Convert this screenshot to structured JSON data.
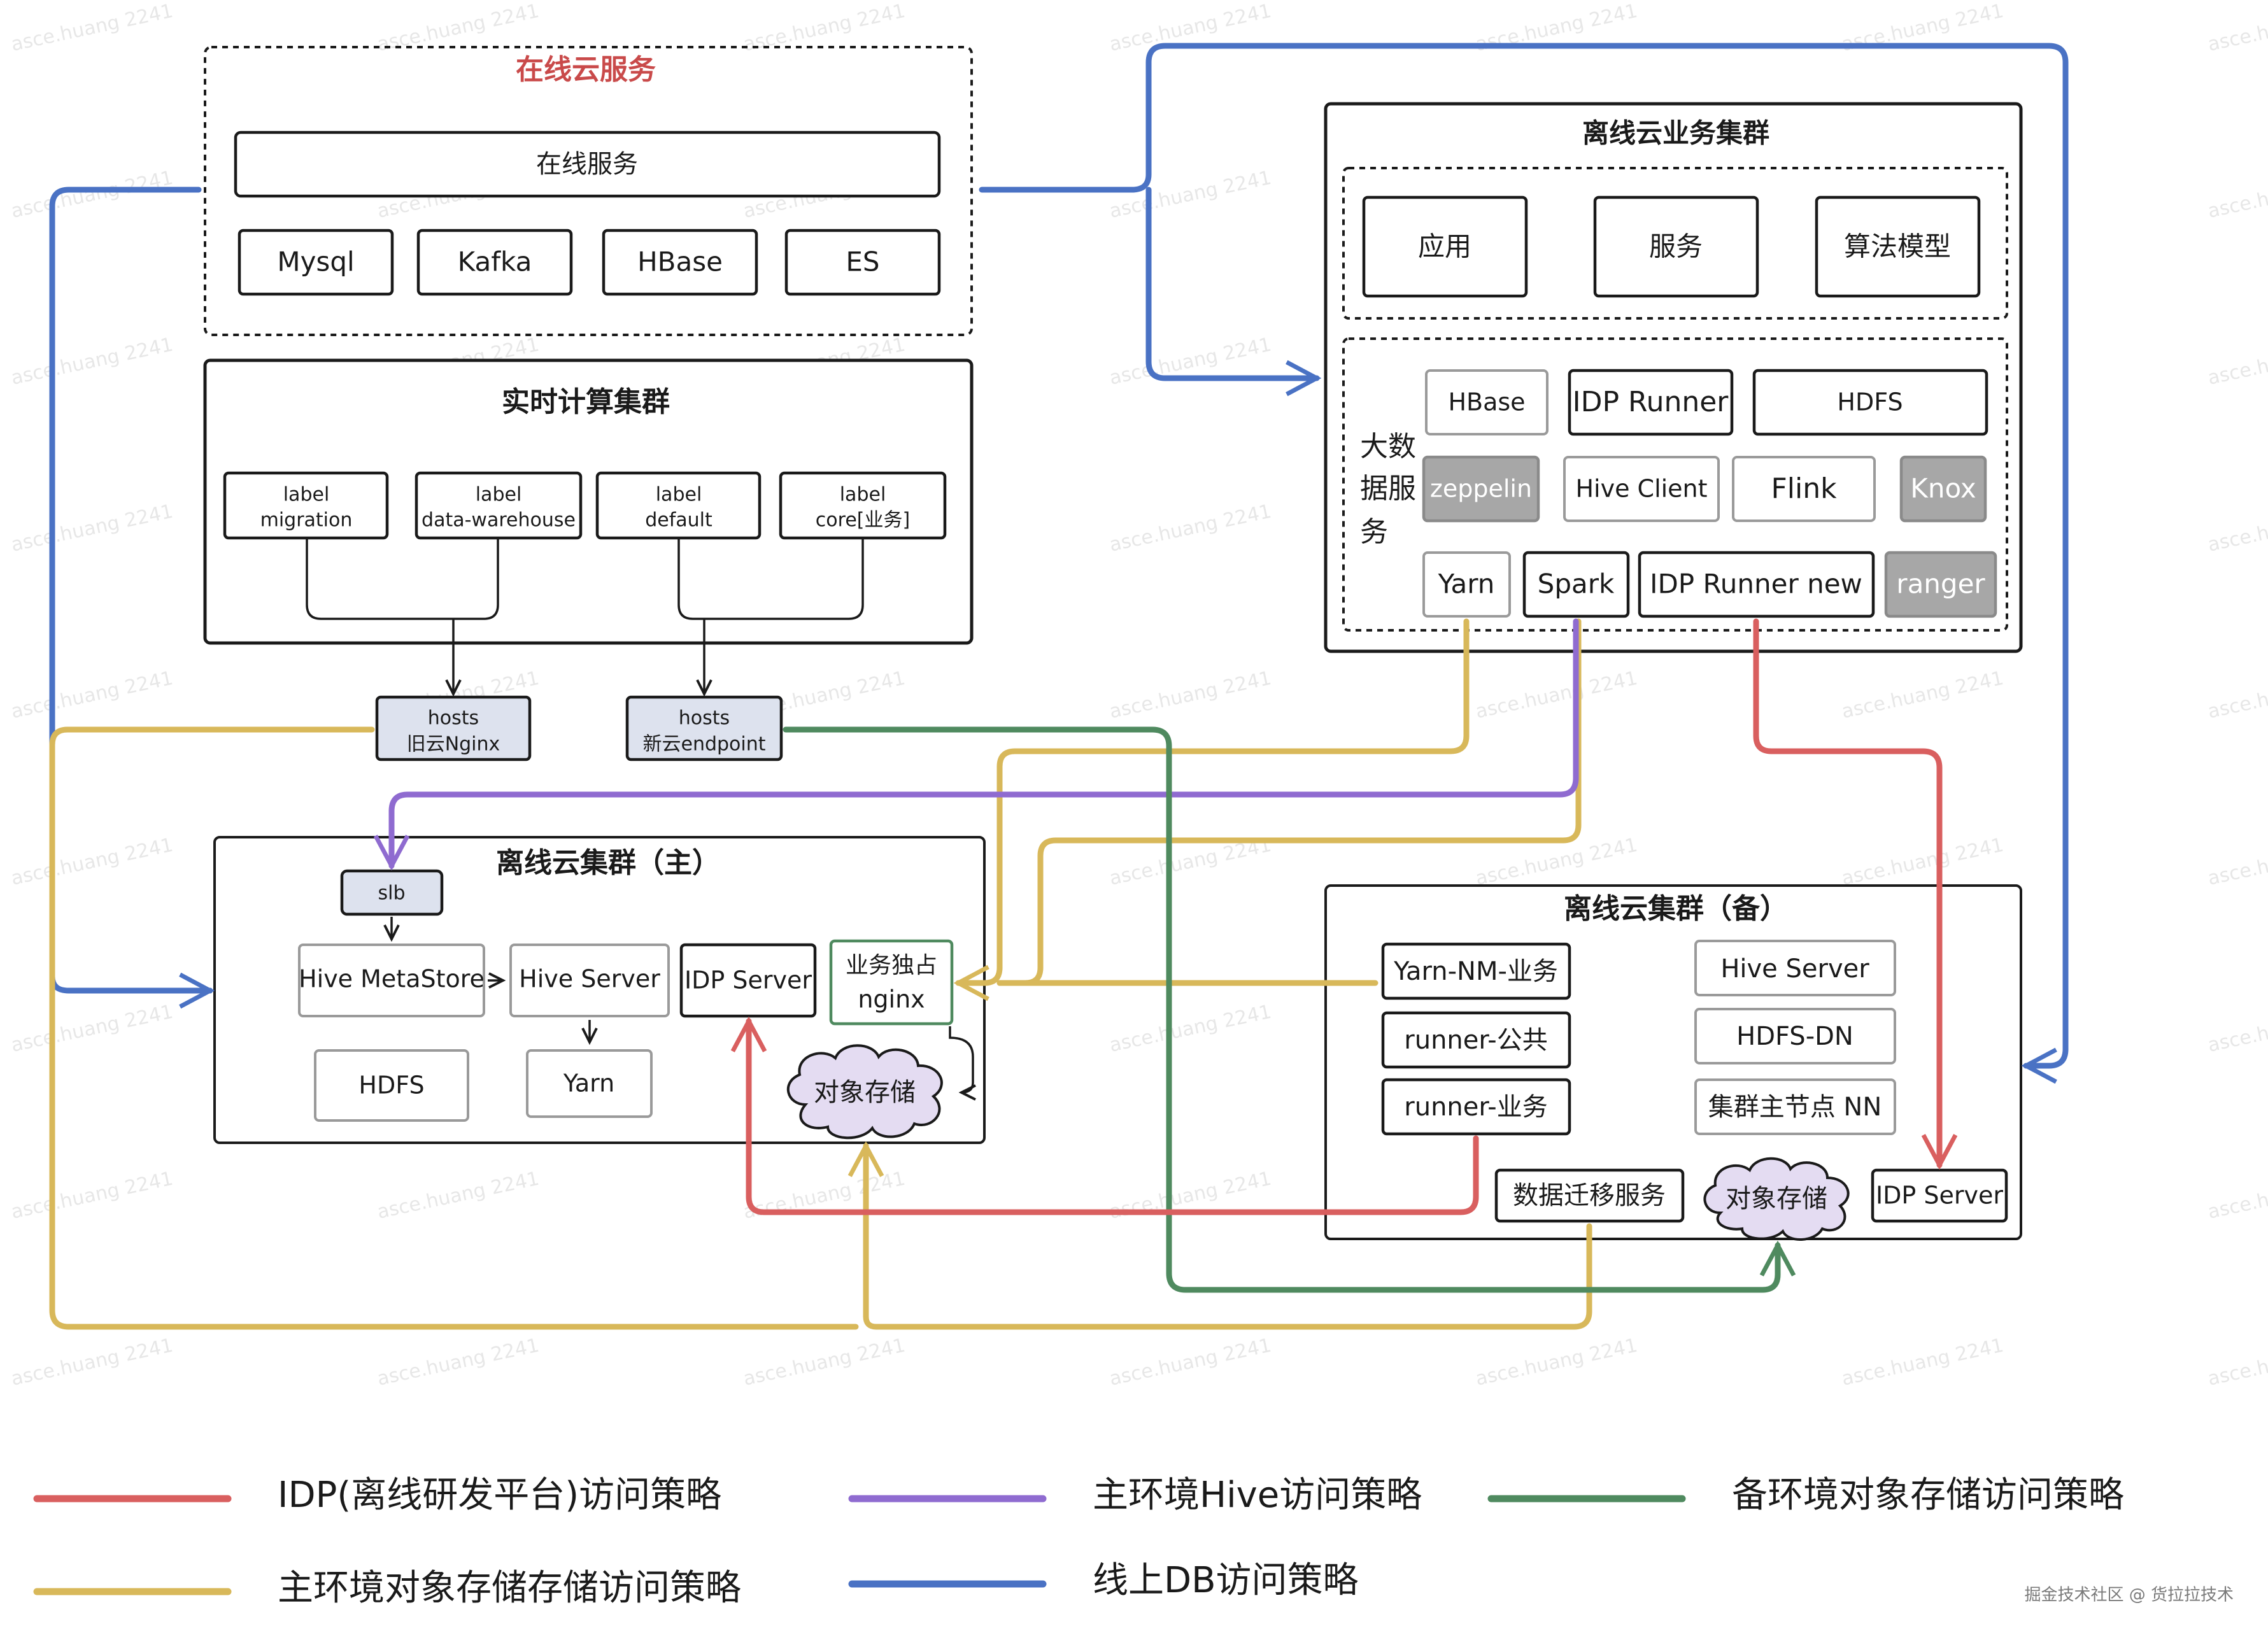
{
  "colors": {
    "idp": "#d95f5f",
    "hive": "#8f6bd0",
    "backup_oss": "#4f8a5f",
    "main_oss": "#d8b85a",
    "online_db": "#4a72c4",
    "online_title": "#c94a4a"
  },
  "online_cloud": {
    "title": "在线云服务",
    "service": "在线服务",
    "components": [
      "Mysql",
      "Kafka",
      "HBase",
      "ES"
    ]
  },
  "realtime": {
    "title": "实时计算集群",
    "labels": [
      [
        "label",
        "migration"
      ],
      [
        "label",
        "data-warehouse"
      ],
      [
        "label",
        "default"
      ],
      [
        "label",
        "core[业务]"
      ]
    ],
    "hosts": [
      [
        "hosts",
        "旧云Nginx"
      ],
      [
        "hosts",
        "新云endpoint"
      ]
    ]
  },
  "offline_business": {
    "title": "离线云业务集群",
    "apps": [
      "应用",
      "服务",
      "算法模型"
    ],
    "bigdata_label": [
      "大数",
      "据服",
      "务"
    ],
    "services": [
      "HBase",
      "IDP Runner",
      "HDFS",
      "zeppelin",
      "Hive Client",
      "Flink",
      "Knox",
      "Yarn",
      "Spark",
      "IDP Runner new",
      "ranger"
    ]
  },
  "main_cluster": {
    "title": "离线云集群（主）",
    "slb": "slb",
    "hive_metastore": "Hive MetaStore",
    "hive_server": "Hive Server",
    "idp_server": "IDP Server",
    "nginx": [
      "业务独占",
      "nginx"
    ],
    "hdfs": "HDFS",
    "yarn": "Yarn",
    "oss": "对象存储"
  },
  "backup_cluster": {
    "title": "离线云集群（备）",
    "left": [
      "Yarn-NM-业务",
      "runner-公共",
      "runner-业务"
    ],
    "right": [
      "Hive Server",
      "HDFS-DN",
      "集群主节点 NN"
    ],
    "migration": "数据迁移服务",
    "oss": "对象存储",
    "idp_server": "IDP Server"
  },
  "legend": [
    {
      "label": "IDP(离线研发平台)访问策略",
      "color": "#d95f5f"
    },
    {
      "label": "主环境Hive访问策略",
      "color": "#8f6bd0"
    },
    {
      "label": "备环境对象存储访问策略",
      "color": "#4f8a5f"
    },
    {
      "label": "主环境对象存储存储访问策略",
      "color": "#d8b85a"
    },
    {
      "label": "线上DB访问策略",
      "color": "#4a72c4"
    }
  ],
  "watermark": "asce.huang 2241",
  "footer": "掘金技术社区 @ 货拉拉技术"
}
